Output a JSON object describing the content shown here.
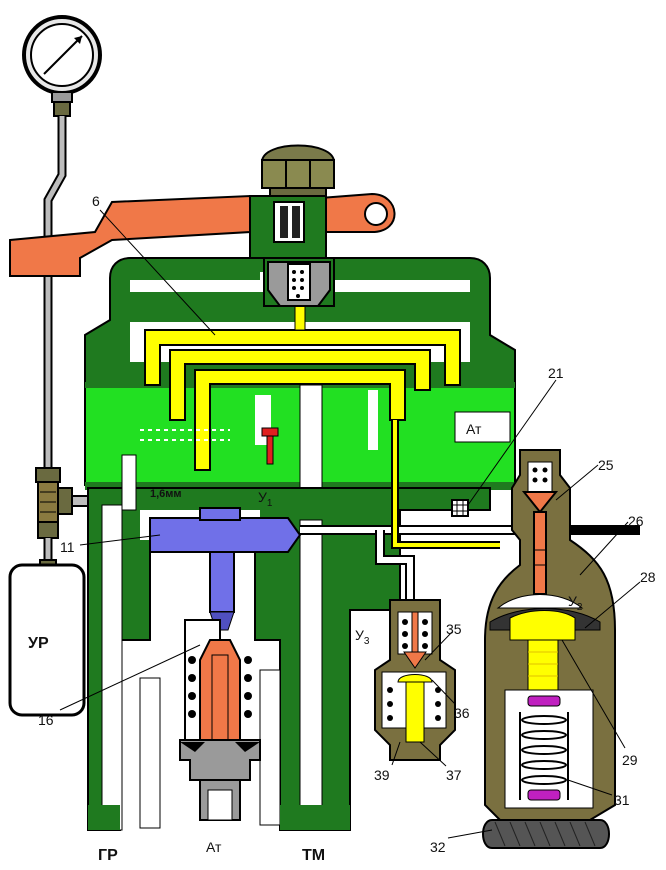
{
  "ports": {
    "gr": "ГР",
    "at_bottom": "Ат",
    "tm": "ТМ",
    "at_top": "Ат"
  },
  "chambers": {
    "ur": "УР",
    "u1": "У",
    "u1_sub": "1",
    "u2": "У",
    "u2_sub": "2",
    "u3": "У",
    "u3_sub": "3"
  },
  "dimension": "1,6мм",
  "callouts": [
    "6",
    "11",
    "16",
    "21",
    "25",
    "26",
    "28",
    "29",
    "31",
    "32",
    "35",
    "36",
    "37",
    "39"
  ],
  "colors": {
    "body_dark": "#1f7a1f",
    "body_light": "#22e022",
    "channel": "#ffff00",
    "lever": "#f07848",
    "piston": "#7070e8",
    "valve_housing": "#7a7040",
    "spring_cap": "#c020c0",
    "gray": "#9a9a9a"
  },
  "icons": {
    "gauge": "pressure-gauge-icon",
    "filter": "filter-mesh-icon",
    "cap": "knurled-cap-icon"
  }
}
